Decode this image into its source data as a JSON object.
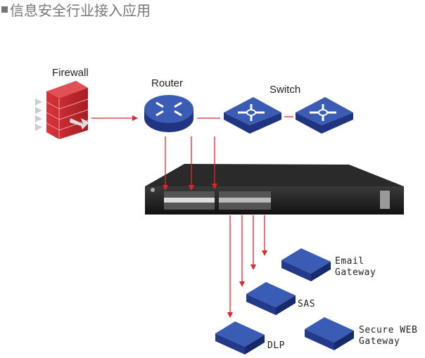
{
  "title": "信息安全行业接入应用",
  "nodes": {
    "firewall": "Firewall",
    "router": "Router",
    "switch": "Switch",
    "email_gateway": [
      "Email",
      "Gateway"
    ],
    "sas": "SAS",
    "dlp": "DLP",
    "secure_web_gateway": [
      "Secure WEB",
      "Gateway"
    ]
  },
  "colors": {
    "arrow": "#e0262b",
    "device_blue": "#2e4a9e",
    "firewall_red": "#c0282b",
    "title_gray": "#777777"
  }
}
